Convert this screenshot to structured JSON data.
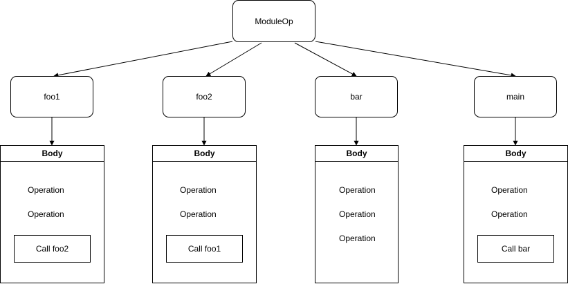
{
  "root": {
    "label": "ModuleOp"
  },
  "functions": [
    {
      "name": "foo1",
      "header": "Body",
      "ops": [
        "Operation",
        "Operation"
      ],
      "call": "Call foo2"
    },
    {
      "name": "foo2",
      "header": "Body",
      "ops": [
        "Operation",
        "Operation"
      ],
      "call": "Call foo1"
    },
    {
      "name": "bar",
      "header": "Body",
      "ops": [
        "Operation",
        "Operation",
        "Operation"
      ],
      "call": null
    },
    {
      "name": "main",
      "header": "Body",
      "ops": [
        "Operation",
        "Operation"
      ],
      "call": "Call bar"
    }
  ],
  "colors": {
    "stroke": "#000000",
    "fill": "#ffffff"
  }
}
